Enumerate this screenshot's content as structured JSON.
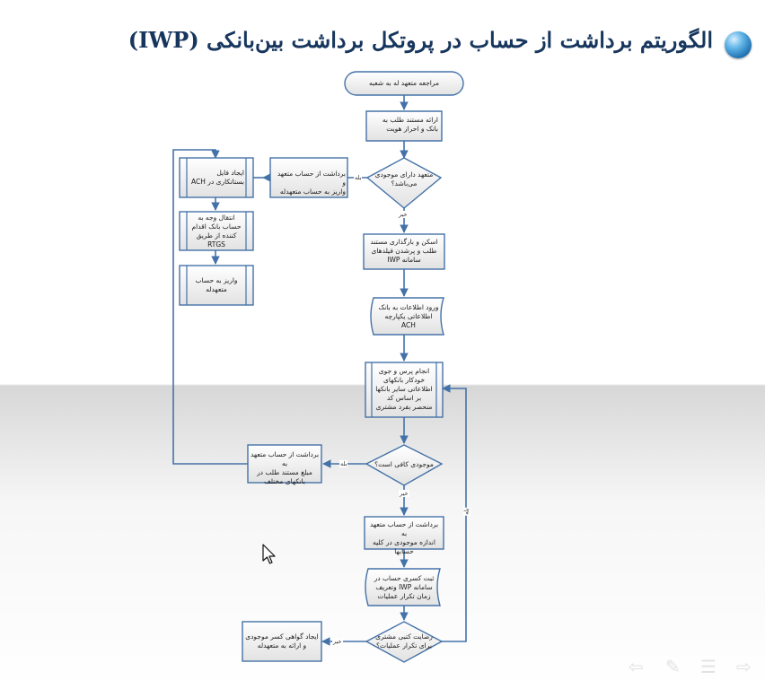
{
  "slide": {
    "title": "الگوریتم برداشت از حساب در پروتکل برداشت بین‌بانکی (IWP)",
    "bullet_color": "#2a7fc1"
  },
  "diagram": {
    "nodes": {
      "start": "مراجعه متعهد له به شعبه",
      "doc": "ارائه مستند طلب به\nبانک و احراز هویت",
      "d1": "متعهد دارای موجودی\nمی‌باشد؟",
      "p_withdraw1": "برداشت از حساب متعهد و\nواریز به حساب متعهدله",
      "p_ach_file": "ایجاد فایل\nبستانکاری در ACH",
      "p_transfer": "انتقال وجه به\nحساب بانک اقدام\nکننده از طریق\nRTGS",
      "p_deposit": "واریز به حساب\nمتعهدله",
      "p_scan": "اسکن  و بارگذاری مستند\nطلب و پرشدن فیلدهای\nسامانه IWP",
      "s_ach": "ورود اطلاعات به بانک\nاطلاعاتی یکپارچه\nACH",
      "p_query": "انجام پرس و جوی\nخودکار بانکهای\nاطلاعاتی سایر بانکها\nبر اساس کد\nمنحصر بفرد مشتری",
      "d2": "موجودی کافی است؟",
      "p_withdraw2": "برداشت از حساب متعهد به\nمبلغ مستند طلب در\nبانکهای مختلف",
      "p_partial": "برداشت از حساب متعهد به\nاندازه موجودی  در کلیه\nحسابها",
      "s_record": "ثبت کسری حساب  در\nسامانه IWP وتعریف\nزمان تکرار عملیات",
      "d3": "رضایت کتبی مشتری\nبرای تکرار عملیات؟",
      "p_cert": "ایجاد گواهی کسر موجودی\nو ارائه به متعهدله"
    },
    "edge_labels": {
      "yes": "بله",
      "no": "خیر"
    },
    "colors": {
      "stroke": "#4472a8",
      "fill_top": "#ffffff",
      "fill_bottom": "#e4e4e4"
    }
  },
  "nav_icons": [
    "prev-arrow-icon",
    "pen-icon",
    "menu-icon",
    "next-arrow-icon"
  ]
}
